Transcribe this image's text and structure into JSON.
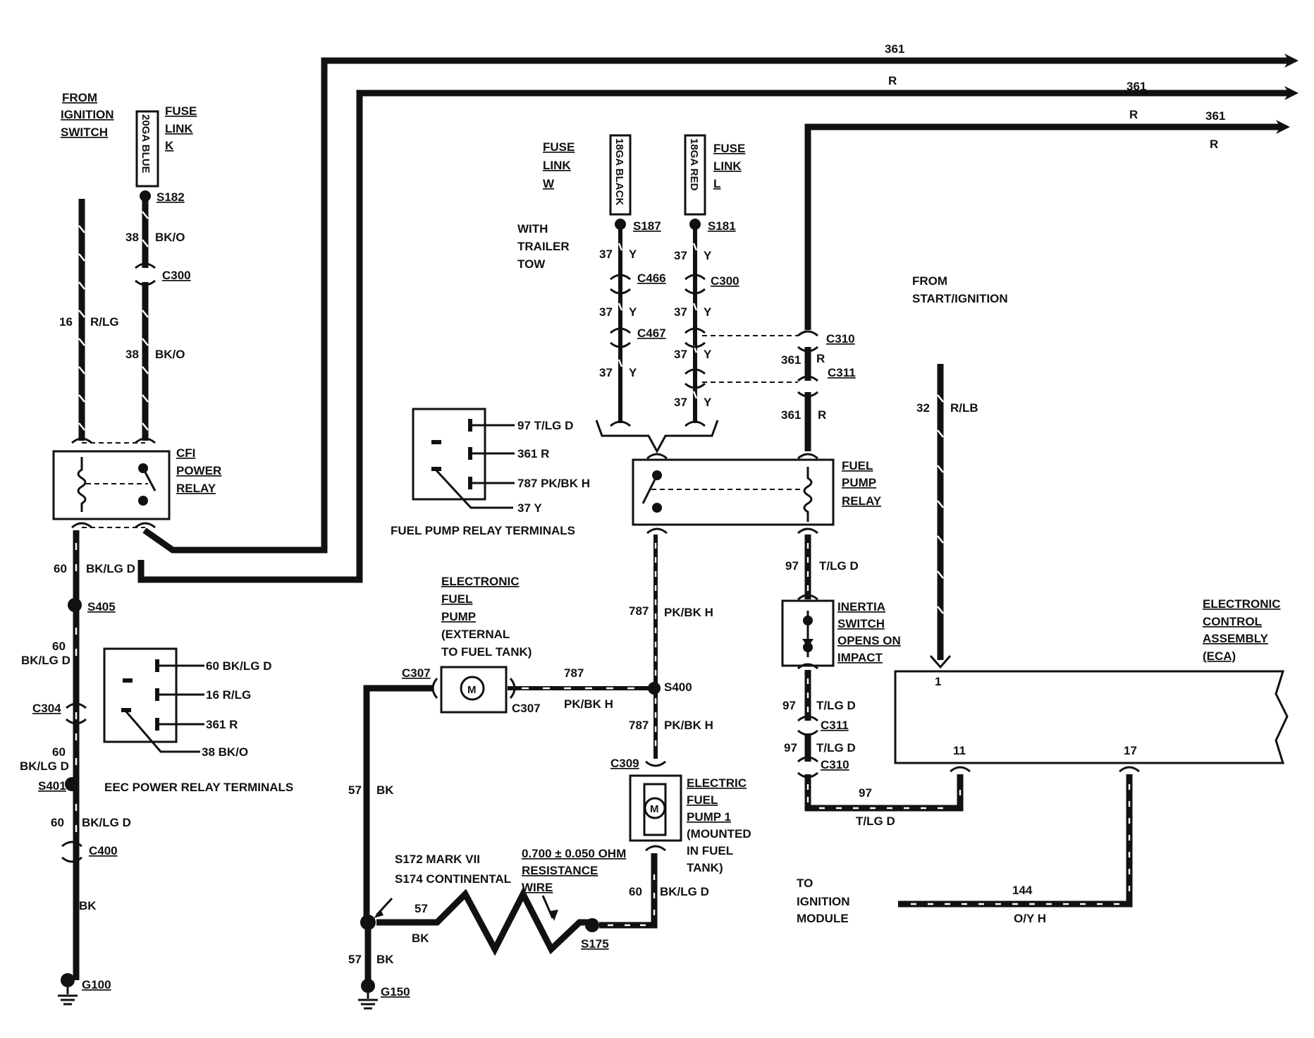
{
  "top_bus": {
    "wire1": {
      "circuit": "361",
      "color": "R"
    },
    "wire2": {
      "circuit": "361",
      "color": "R"
    },
    "wire3": {
      "circuit": "361",
      "color": "R"
    }
  },
  "left_section": {
    "from_ignition": [
      "FROM",
      "IGNITION",
      "SWITCH"
    ],
    "fuse_link_k": [
      "FUSE",
      "LINK",
      "K"
    ],
    "fuse_k_wire": "20GA BLUE",
    "splice_s182": "S182",
    "w38_top": {
      "circuit": "38",
      "color": "BK/O"
    },
    "c300_left": "C300",
    "w38_bottom": {
      "circuit": "38",
      "color": "BK/O"
    },
    "w16": {
      "circuit": "16",
      "color": "R/LG"
    },
    "cfi_relay": [
      "CFI",
      "POWER",
      "RELAY"
    ],
    "w60_a": {
      "circuit": "60",
      "color": "BK/LG D"
    },
    "s405": "S405",
    "w60_b": {
      "circuit": "60",
      "color": "BK/LG D"
    },
    "c304": "C304",
    "w60_c": {
      "circuit": "60",
      "color": "BK/LG D"
    },
    "s401": "S401",
    "w60_d": {
      "circuit": "60",
      "color": "BK/LG D"
    },
    "c400": "C400",
    "bk_label": "BK",
    "g100": "G100"
  },
  "eec_terminals": {
    "title": "EEC POWER RELAY TERMINALS",
    "pins": [
      "60 BK/LG D",
      "16 R/LG",
      "361 R",
      "38 BK/O"
    ]
  },
  "fuel_pump_terminals": {
    "title": "FUEL PUMP RELAY TERMINALS",
    "pins": [
      "97 T/LG D",
      "361 R",
      "787 PK/BK H",
      "37 Y"
    ]
  },
  "center_section": {
    "fuse_link_w": [
      "FUSE",
      "LINK",
      "W"
    ],
    "with_trailer_tow": [
      "WITH",
      "TRAILER",
      "TOW"
    ],
    "fuse_w_wire": "18GA BLACK",
    "fuse_l_wire": "18GA RED",
    "fuse_link_l": [
      "FUSE",
      "LINK",
      "L"
    ],
    "s187": "S187",
    "s181": "S181",
    "c466": "C466",
    "c467": "C467",
    "c300": "C300",
    "w37": {
      "circuit": "37",
      "color": "Y"
    },
    "from_start": [
      "FROM",
      "START/IGNITION"
    ],
    "c310": "C310",
    "c311": "C311",
    "w361_mid": {
      "circuit": "361",
      "color": "R"
    },
    "w361_low": {
      "circuit": "361",
      "color": "R"
    },
    "w32": {
      "circuit": "32",
      "color": "R/LB"
    },
    "fuel_pump_relay": [
      "FUEL",
      "PUMP",
      "RELAY"
    ]
  },
  "pump_section": {
    "ext_pump": [
      "ELECTRONIC",
      "FUEL",
      "PUMP",
      "(EXTERNAL",
      "TO FUEL TANK)"
    ],
    "c307_left": "C307",
    "c307_right": "C307",
    "w787_h": {
      "circuit": "787",
      "color": "PK/BK H"
    },
    "w787_v1": {
      "circuit": "787",
      "color": "PK/BK H"
    },
    "s400": "S400",
    "w787_v2": {
      "circuit": "787",
      "color": "PK/BK H"
    },
    "c309": "C309",
    "elec_pump": [
      "ELECTRIC",
      "FUEL",
      "PUMP 1",
      "(MOUNTED",
      "IN FUEL",
      "TANK)"
    ],
    "w57_left": {
      "circuit": "57",
      "color": "BK"
    },
    "s172": "S172 MARK VII",
    "s174": "S174 CONTINENTAL",
    "resistance": [
      "0.700 ± 0.050 OHM",
      "RESISTANCE",
      "WIRE"
    ],
    "w57_res": {
      "circuit": "57",
      "color": "BK"
    },
    "w60_pump": {
      "circuit": "60",
      "color": "BK/LG D"
    },
    "s175": "S175",
    "w57_ground": {
      "circuit": "57",
      "color": "BK"
    },
    "g150": "G150"
  },
  "right_section": {
    "w97_a": {
      "circuit": "97",
      "color": "T/LG D"
    },
    "inertia": [
      "INERTIA",
      "SWITCH",
      "OPENS ON",
      "IMPACT"
    ],
    "w97_b": {
      "circuit": "97",
      "color": "T/LG D"
    },
    "c311": "C311",
    "w97_c": {
      "circuit": "97",
      "color": "T/LG D"
    },
    "c310": "C310",
    "w97_d": {
      "circuit": "97",
      "color": "T/LG D"
    },
    "eca": [
      "ELECTRONIC",
      "CONTROL",
      "ASSEMBLY",
      "(ECA)"
    ],
    "pin1": "1",
    "pin11": "11",
    "pin17": "17",
    "to_ignition": [
      "TO",
      "IGNITION",
      "MODULE"
    ],
    "w144": {
      "circuit": "144",
      "color": "O/Y H"
    }
  }
}
